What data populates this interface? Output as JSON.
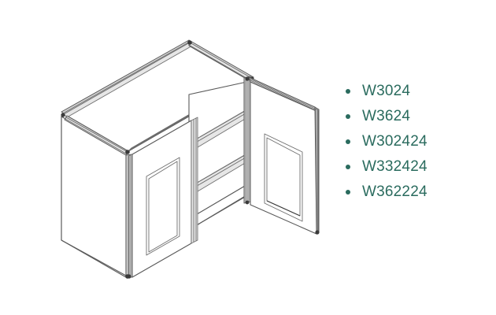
{
  "illustration": {
    "name": "wall-cabinet-line-drawing",
    "description": "Isometric technical line drawing of a two-door wall cabinet with the right door swung open revealing two interior shelves",
    "line_color": "#595959",
    "face_fill": "#ffffff",
    "edge_shade": "#cfcfcf",
    "parts": {
      "carcass": "cabinet-box",
      "left_door": "left-door-closed",
      "right_door": "right-door-open",
      "shelf_upper": "interior-shelf-upper",
      "shelf_lower": "interior-shelf-lower",
      "center_stile": "center-stile"
    }
  },
  "sku_list": {
    "bullet_color": "#2a6b5e",
    "text_color": "#2a6b5e",
    "items": [
      {
        "code": "W3024"
      },
      {
        "code": "W3624"
      },
      {
        "code": "W302424"
      },
      {
        "code": "W332424"
      },
      {
        "code": "W362224"
      }
    ]
  }
}
